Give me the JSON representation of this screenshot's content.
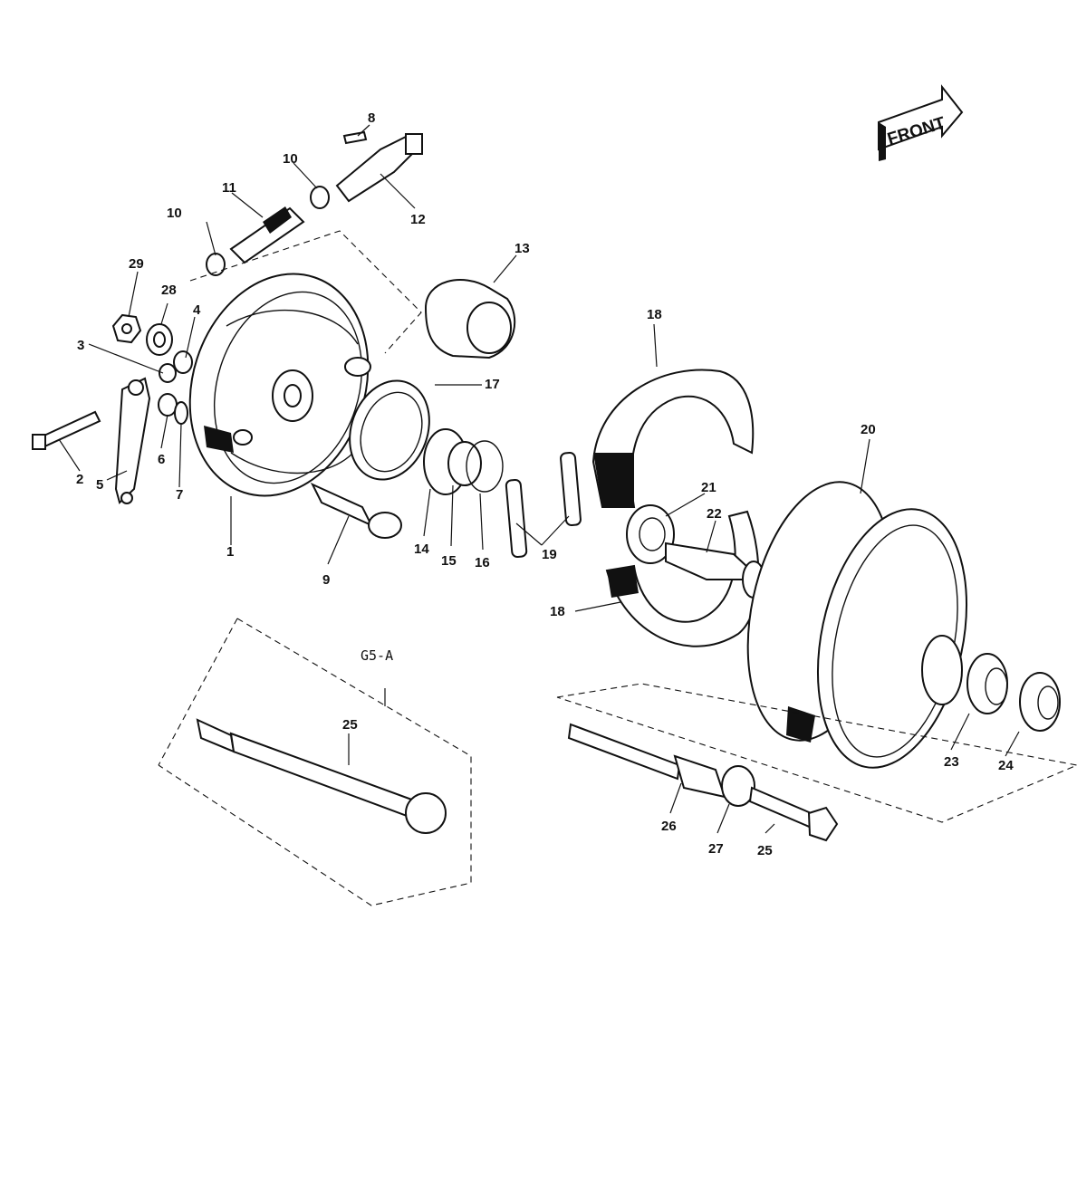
{
  "front_badge": "FRONT",
  "group_label": "G5-A",
  "callouts": [
    "1",
    "2",
    "3",
    "4",
    "5",
    "6",
    "7",
    "8",
    "9",
    "10",
    "10",
    "11",
    "12",
    "13",
    "14",
    "15",
    "16",
    "17",
    "18",
    "18",
    "19",
    "20",
    "21",
    "22",
    "23",
    "24",
    "25",
    "25",
    "26",
    "27",
    "28",
    "29"
  ]
}
